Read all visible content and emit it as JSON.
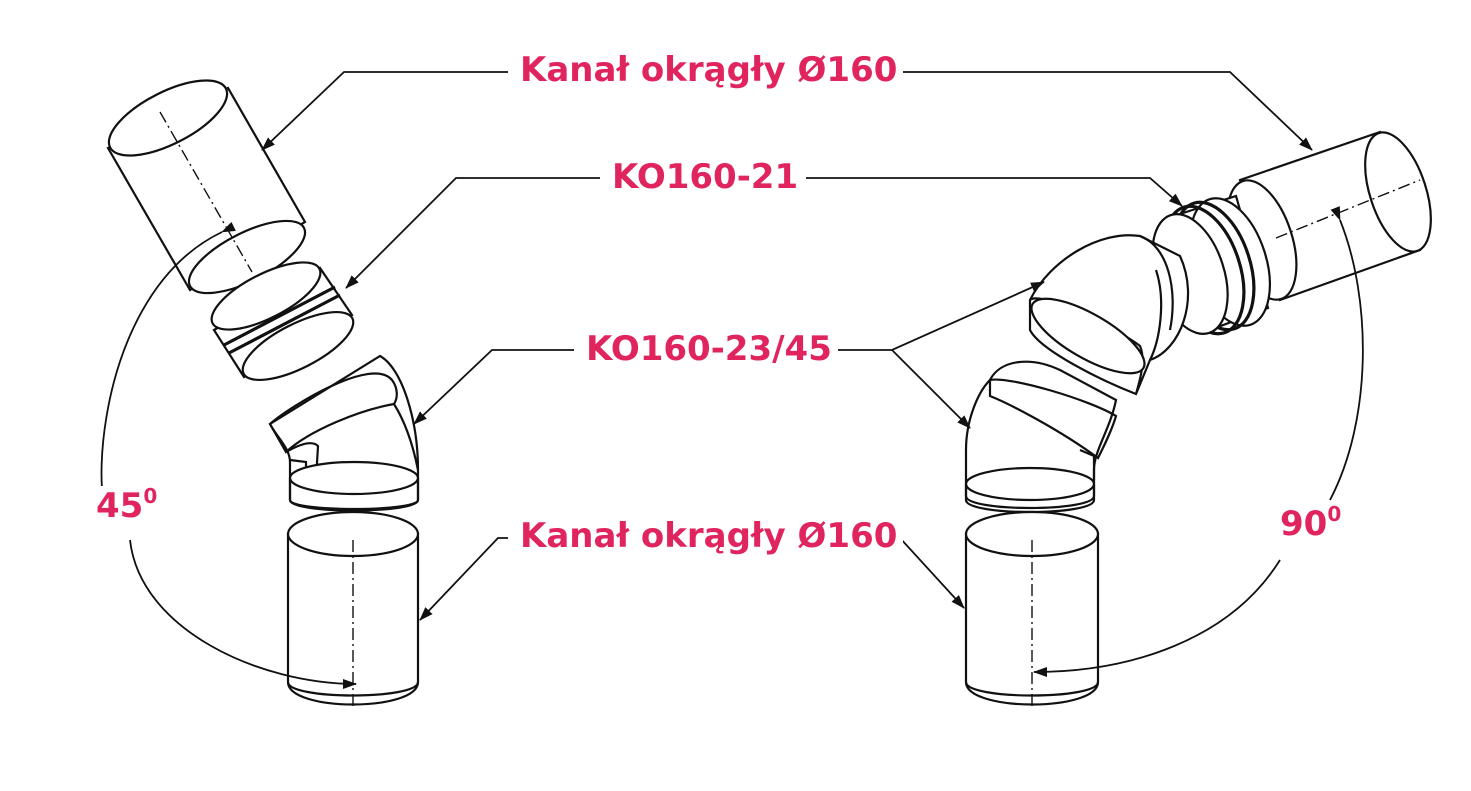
{
  "labels": {
    "duct_top": "Kanał okrągły Ø160",
    "connector": "KO160-21",
    "elbow": "KO160-23/45",
    "duct_bottom": "Kanał okrągły Ø160",
    "angle_left": "45",
    "angle_left_sup": "0",
    "angle_right": "90",
    "angle_right_sup": "0"
  },
  "colors": {
    "label": "#e0245e",
    "line": "#111111",
    "background": "#ffffff"
  }
}
